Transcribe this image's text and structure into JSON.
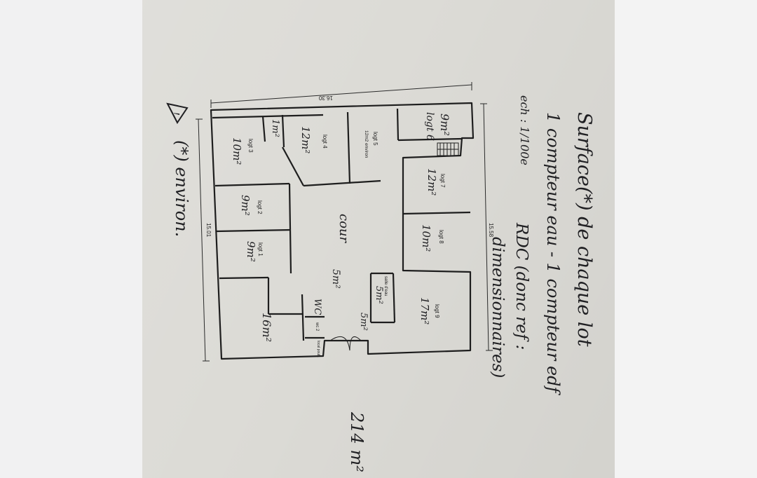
{
  "title": {
    "line1": "Surface(*) de chaque lot",
    "line2": "1 compteur eau - 1 compteur edf",
    "line3": "RDC (donc ref :",
    "line4": "dimensionnaires)"
  },
  "scale": "ech : 1/100e",
  "total_area": "214 m²",
  "warning_symbol": "!",
  "warning_note": "(*) environ.",
  "dimensions": {
    "top": "16.30",
    "left": "15.01",
    "right": "15.58"
  },
  "rooms": {
    "logt1": {
      "label": "logt 1",
      "area": "9m²"
    },
    "logt2": {
      "label": "logt 2",
      "area": "9m²"
    },
    "logt3": {
      "label": "logt 3",
      "area": "10m²"
    },
    "logt4": {
      "label": "logt 4",
      "area": "12m²"
    },
    "logt5": {
      "label": "logt 5",
      "area": "12m2 environ"
    },
    "logt6": {
      "label": "logt 6",
      "area": "9m²"
    },
    "logt7": {
      "label": "logt 7",
      "area": "12m²"
    },
    "logt8": {
      "label": "logt 8",
      "area": "10m²"
    },
    "logt9": {
      "label": "logt 9",
      "area": "17m²"
    },
    "small_room": {
      "area": "1m²"
    },
    "bottom_left_room": {
      "area": "16m²"
    },
    "salle_eau": {
      "label": "salle d'eau",
      "area": "5m²"
    },
    "wc1": {
      "label": "WC"
    },
    "wc2": {
      "label": "wc 2"
    },
    "local": {
      "label": "local poub."
    },
    "courtyard": {
      "label": "cour"
    },
    "courtyard_area": {
      "area": "5m²"
    },
    "entry_area": {
      "area": "5m²"
    }
  }
}
